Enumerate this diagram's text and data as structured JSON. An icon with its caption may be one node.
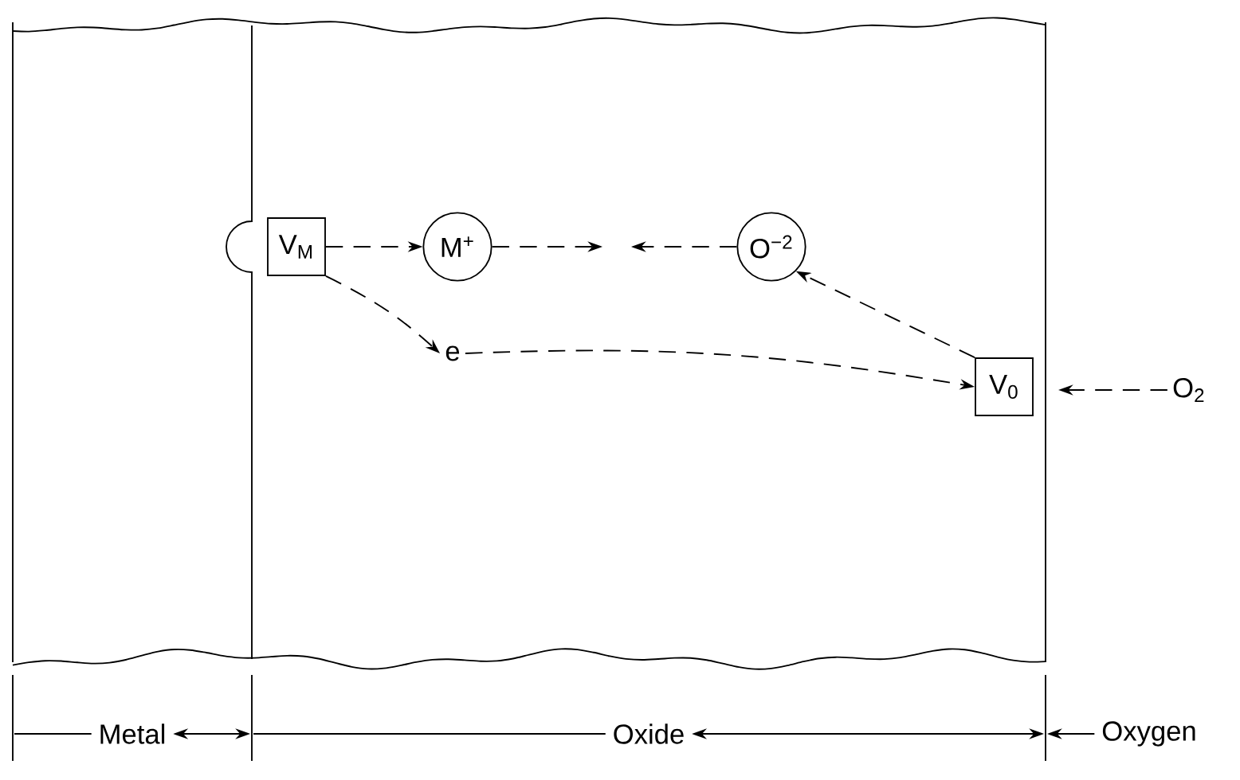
{
  "diagram": {
    "nodes": [
      {
        "text": [
          "V$_{M}$"
        ]
      },
      {
        "text": [
          "M$^{+}$"
        ]
      },
      {
        "text": [
          "O$^{−2}$"
        ]
      },
      {
        "text": [
          "e"
        ]
      },
      {
        "text": [
          "V$_{0}$"
        ]
      },
      {
        "text": [
          "O$_{2}$"
        ]
      }
    ],
    "edges": [
      {
        "from": 0,
        "to": 1,
        "arrow": "to",
        "style": "dashed"
      },
      {
        "from": 1,
        "to": null,
        "arrow": "to",
        "style": "dashed"
      },
      {
        "from": 2,
        "to": null,
        "arrow": "to",
        "style": "dashed"
      },
      {
        "from": 0,
        "to": 3,
        "arrow": "to",
        "style": "dashed"
      },
      {
        "from": 3,
        "to": 4,
        "arrow": "to",
        "style": "dashed"
      },
      {
        "from": 4,
        "to": 2,
        "arrow": "to",
        "style": "dashed"
      },
      {
        "from": 5,
        "to": null,
        "arrow": "to",
        "style": "dashed"
      }
    ],
    "labels": [
      "Metal",
      "Oxide",
      "Oxygen"
    ]
  }
}
